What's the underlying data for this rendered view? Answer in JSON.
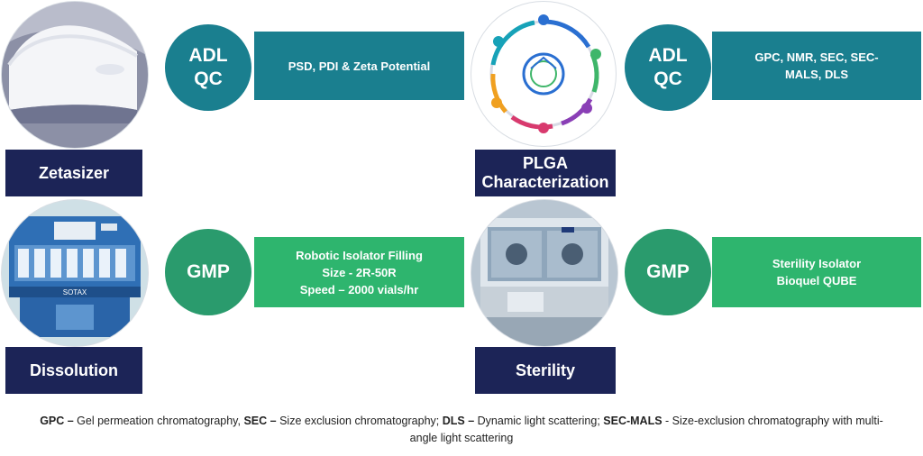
{
  "colors": {
    "navy": "#1c2457",
    "teal": "#1a7f8f",
    "green_badge": "#2a9b6d",
    "green_box": "#2eb56e"
  },
  "zetasizer": {
    "label": "Zetasizer",
    "badge_line1": "ADL",
    "badge_line2": "QC",
    "info": "PSD, PDI & Zeta Potential"
  },
  "plga": {
    "label_line1": "PLGA",
    "label_line2": "Characterization",
    "badge_line1": "ADL",
    "badge_line2": "QC",
    "info_line1": "GPC, NMR, SEC, SEC-",
    "info_line2": "MALS, DLS"
  },
  "dissolution": {
    "label": "Dissolution",
    "badge": "GMP",
    "info_line1": "Robotic Isolator Filling",
    "info_line2": "Size - 2R-50R",
    "info_line3": "Speed – 2000 vials/hr",
    "instrument_brand": "SOTAX"
  },
  "sterility": {
    "label": "Sterility",
    "badge": "GMP",
    "info_line1": "Sterility Isolator",
    "info_line2": "Bioquel QUBE"
  },
  "footnote": {
    "gpc_abbr": "GPC –",
    "gpc_text": " Gel permeation chromatography, ",
    "sec_abbr": "SEC –",
    "sec_text": " Size exclusion chromatography; ",
    "dls_abbr": "DLS –",
    "dls_text": " Dynamic light scattering; ",
    "secmals_abbr": "SEC-MALS",
    "secmals_text": " - Size-exclusion chromatography with multi-angle light scattering"
  }
}
